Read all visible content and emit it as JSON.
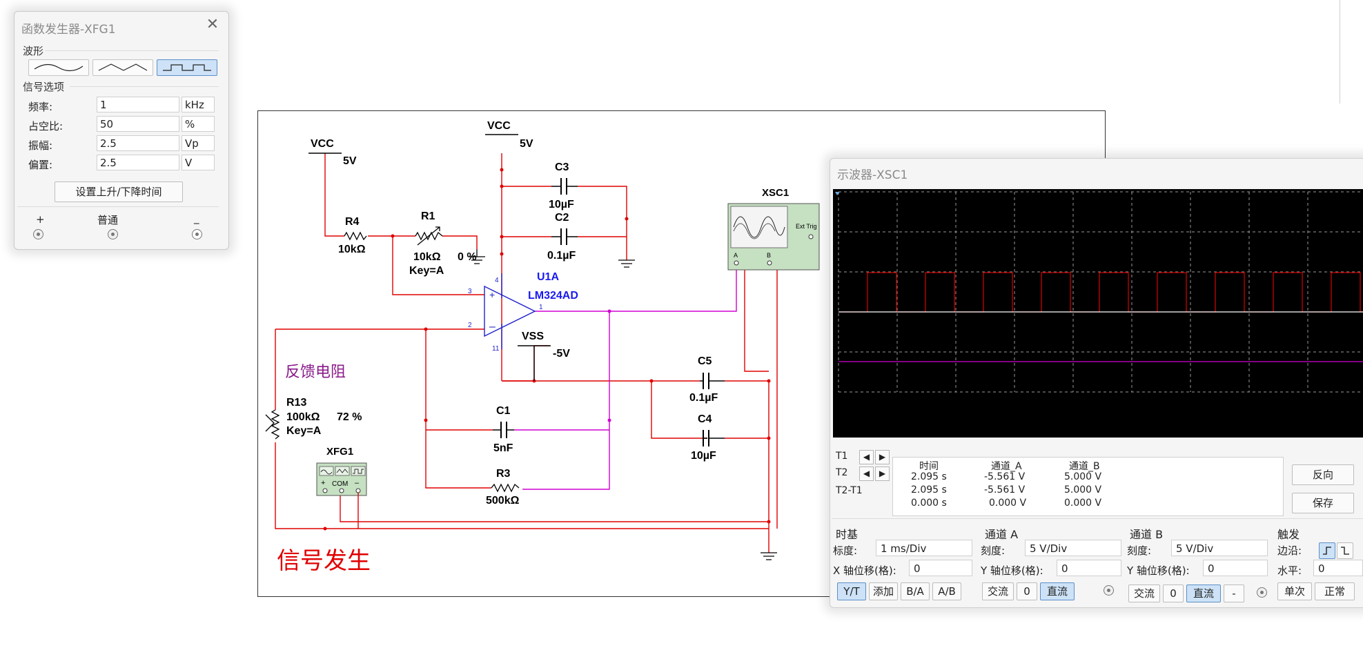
{
  "fgen": {
    "title": "函数发生器-XFG1",
    "waveform_group": "波形",
    "signal_group": "信号选项",
    "params": [
      {
        "label": "频率:",
        "value": "1",
        "unit": "kHz"
      },
      {
        "label": "占空比:",
        "value": "50",
        "unit": "%"
      },
      {
        "label": "振幅:",
        "value": "2.5",
        "unit": "Vp"
      },
      {
        "label": "偏置:",
        "value": "2.5",
        "unit": "V"
      }
    ],
    "rise_fall_button": "设置上升/下降时间",
    "term_plus": "+",
    "term_common": "普通",
    "term_minus": "_",
    "selected_waveform": "square"
  },
  "schematic": {
    "vcc1_label": "VCC",
    "vcc1_value": "5V",
    "vcc2_label": "VCC",
    "vcc2_value": "5V",
    "r4_name": "R4",
    "r4_value": "10kΩ",
    "r1_name": "R1",
    "r1_value": "10kΩ",
    "r1_key": "Key=A",
    "r1_pct": "0 %",
    "c3_name": "C3",
    "c3_value": "10µF",
    "c2_name": "C2",
    "c2_value": "0.1µF",
    "u1_name": "U1A",
    "u1_part": "LM324AD",
    "pin3": "3",
    "pin2": "2",
    "pin4": "4",
    "pin11": "11",
    "pin1": "1",
    "vss_label": "VSS",
    "vss_value": "-5V",
    "feedback_label": "反馈电阻",
    "r13_name": "R13",
    "r13_value": "100kΩ",
    "r13_pct": "72 %",
    "r13_key": "Key=A",
    "c1_name": "C1",
    "c1_value": "5nF",
    "r3_name": "R3",
    "r3_value": "500kΩ",
    "c5_name": "C5",
    "c5_value": "0.1µF",
    "c4_name": "C4",
    "c4_value": "10µF",
    "xfg_name": "XFG1",
    "xfg_com": "COM",
    "xsc_name": "XSC1",
    "xsc_exttrig": "Ext Trig",
    "xsc_a": "A",
    "xsc_b": "B",
    "signal_title": "信号发生"
  },
  "scope": {
    "title": "示波器-XSC1",
    "readout": {
      "headers": [
        "时间",
        "通道_A",
        "通道_B"
      ],
      "rows": [
        {
          "label": "T1",
          "time": "2.095 s",
          "a": "-5.561 V",
          "b": "5.000 V"
        },
        {
          "label": "T2",
          "time": "2.095 s",
          "a": "-5.561 V",
          "b": "5.000 V"
        },
        {
          "label": "T2-T1",
          "time": "0.000 s",
          "a": "0.000 V",
          "b": "0.000 V"
        }
      ]
    },
    "reverse_button": "反向",
    "save_button": "保存",
    "timebase": {
      "title": "时基",
      "scale_label": "标度:",
      "scale_value": "1 ms/Div",
      "xpos_label": "X 轴位移(格):",
      "xpos_value": "0",
      "buttons": [
        "Y/T",
        "添加",
        "B/A",
        "A/B"
      ]
    },
    "channel_a": {
      "title": "通道 A",
      "scale_label": "刻度:",
      "scale_value": "5  V/Div",
      "ypos_label": "Y 轴位移(格):",
      "ypos_value": "0",
      "ac": "交流",
      "zero": "0",
      "dc": "直流"
    },
    "channel_b": {
      "title": "通道 B",
      "scale_label": "刻度:",
      "scale_value": "5  V/Div",
      "ypos_label": "Y 轴位移(格):",
      "ypos_value": "0",
      "ac": "交流",
      "zero": "0",
      "dc": "直流",
      "minus": "-"
    },
    "trigger": {
      "title": "触发",
      "edge_label": "边沿:",
      "level_label": "水平:",
      "level_value": "0",
      "single": "单次",
      "normal": "正常"
    },
    "trace_colors": {
      "channel_a": "#cc0000",
      "channel_b": "#d000d0",
      "baseline": "#ffffff"
    }
  }
}
